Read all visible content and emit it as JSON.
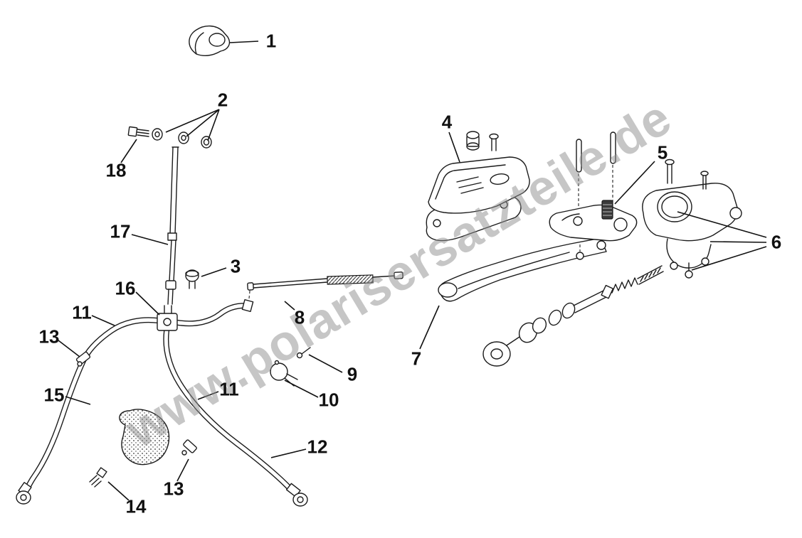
{
  "diagram": {
    "watermark": "www.polarisersatzteile.de",
    "description": "Exploded parts diagram of a master cylinder / brake control assembly",
    "callouts": [
      {
        "id": "callout-1",
        "label": "1"
      },
      {
        "id": "callout-2",
        "label": "2"
      },
      {
        "id": "callout-3",
        "label": "3"
      },
      {
        "id": "callout-4",
        "label": "4"
      },
      {
        "id": "callout-5",
        "label": "5"
      },
      {
        "id": "callout-6",
        "label": "6"
      },
      {
        "id": "callout-7",
        "label": "7"
      },
      {
        "id": "callout-8",
        "label": "8"
      },
      {
        "id": "callout-9",
        "label": "9"
      },
      {
        "id": "callout-10",
        "label": "10"
      },
      {
        "id": "callout-11a",
        "label": "11"
      },
      {
        "id": "callout-11b",
        "label": "11"
      },
      {
        "id": "callout-12",
        "label": "12"
      },
      {
        "id": "callout-13a",
        "label": "13"
      },
      {
        "id": "callout-13b",
        "label": "13"
      },
      {
        "id": "callout-14",
        "label": "14"
      },
      {
        "id": "callout-15",
        "label": "15"
      },
      {
        "id": "callout-16",
        "label": "16"
      },
      {
        "id": "callout-17",
        "label": "17"
      },
      {
        "id": "callout-18",
        "label": "18"
      }
    ]
  }
}
